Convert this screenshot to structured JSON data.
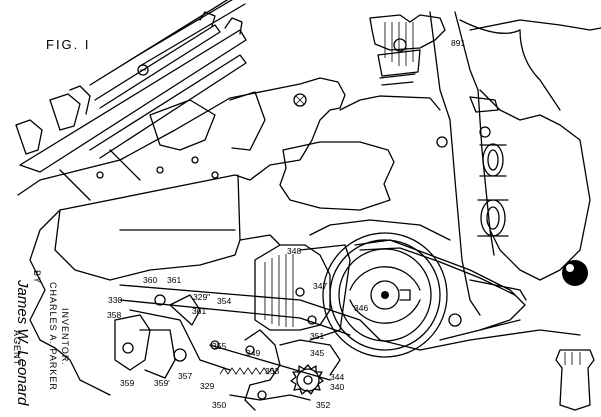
{
  "figure": {
    "title": "FIG. I",
    "inventor_caption": "INVENTOR.",
    "inventor_name": "CHARLES A. PARKER",
    "by_label": "BY",
    "agent_label": "AGENT",
    "signature": "James W. Leonard",
    "reference_numerals": [
      "891",
      "348",
      "347",
      "346",
      "360",
      "361",
      "330",
      "329\"",
      "358",
      "361'",
      "354",
      "355",
      "351",
      "349",
      "345",
      "353",
      "344",
      "340",
      "357",
      "359",
      "359'",
      "329",
      "350",
      "352"
    ]
  }
}
